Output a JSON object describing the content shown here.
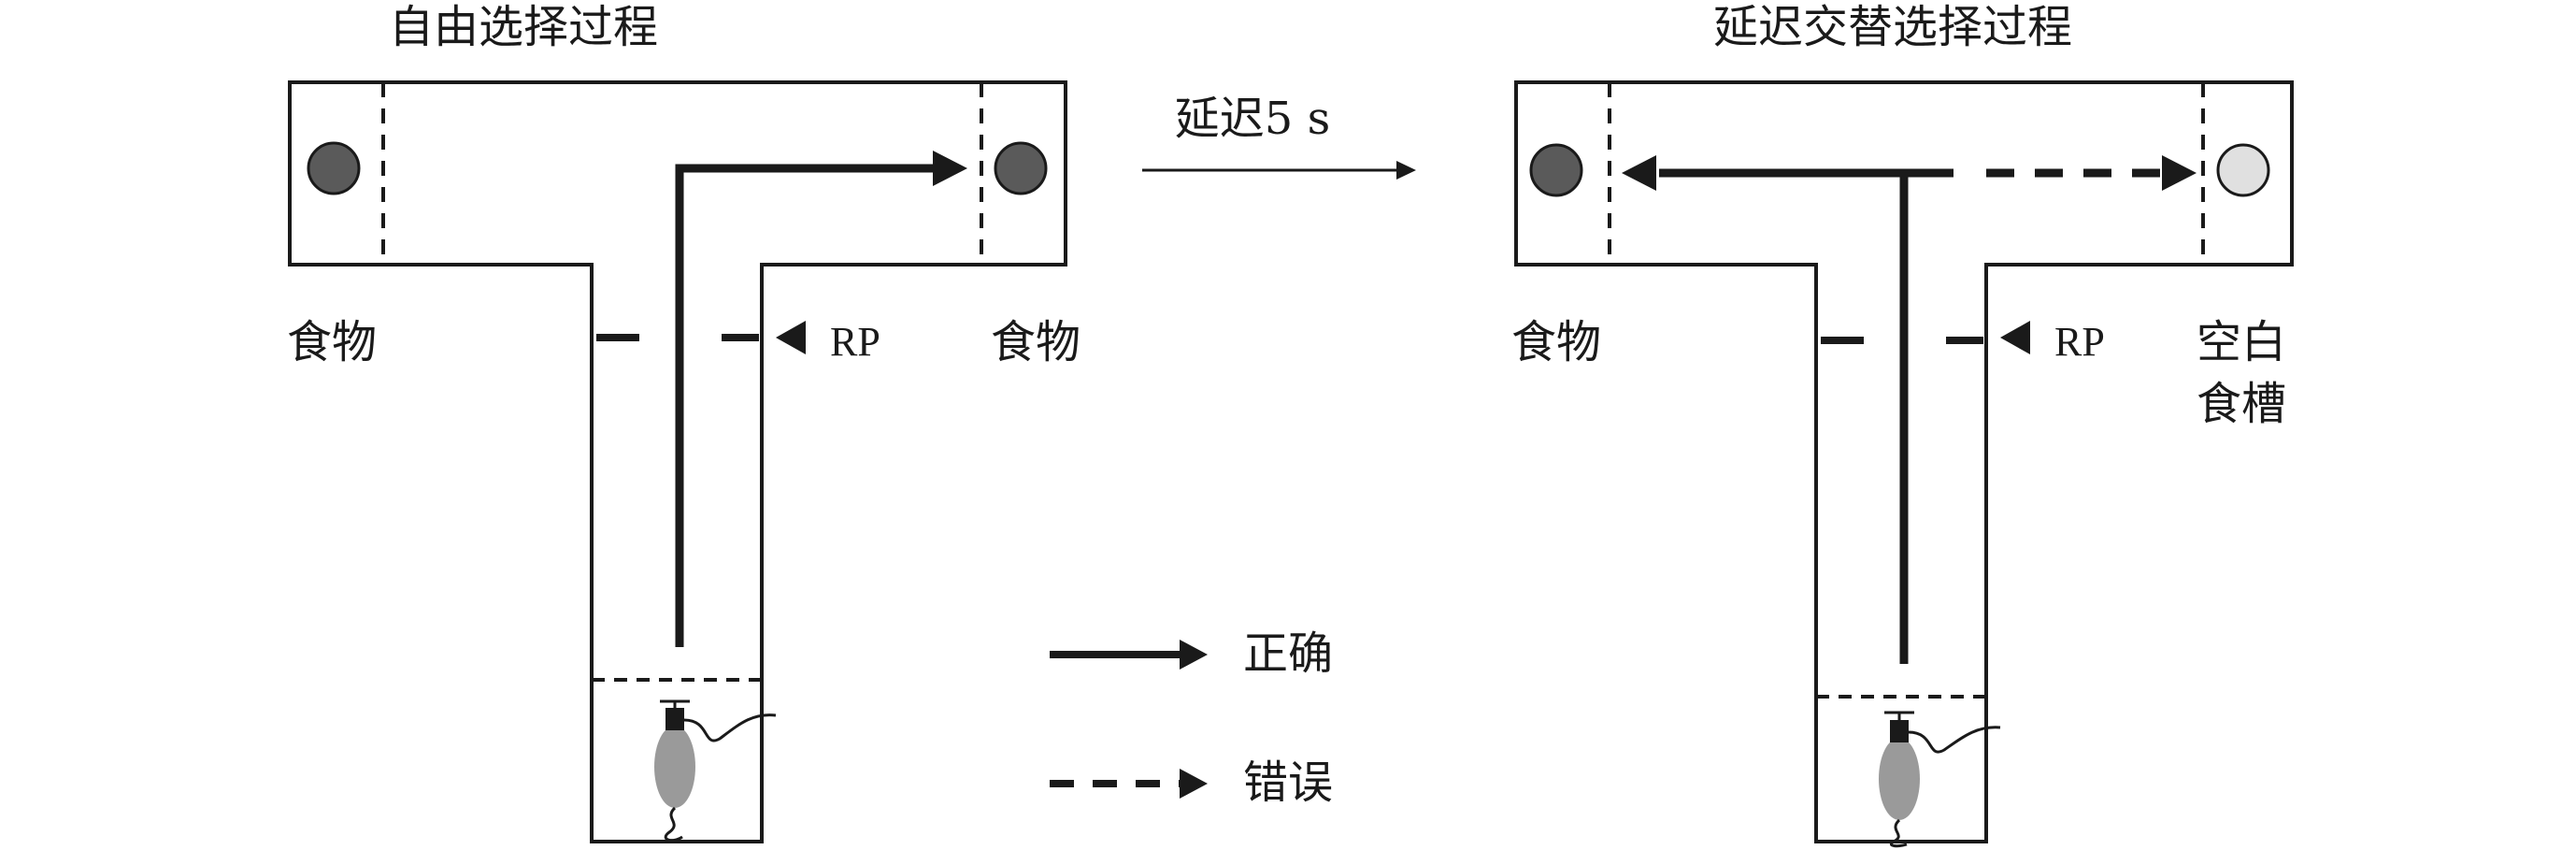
{
  "free_choice": {
    "title": "自由选择过程",
    "left_well_label": "食物",
    "right_well_label": "食物",
    "rp_label": "RP"
  },
  "delay": {
    "label": "延迟5 s"
  },
  "delayed_alternation": {
    "title": "延迟交替选择过程",
    "left_well_label": "食物",
    "right_well_label_line1": "空白",
    "right_well_label_line2": "食槽",
    "rp_label": "RP"
  },
  "legend": {
    "correct_label": "正确",
    "error_label": "错误"
  },
  "colors": {
    "line": "#1a1a1a",
    "food_well": "#5a5a5a",
    "empty_well": "#e0e0e0",
    "rat_body": "#9a9a9a"
  }
}
